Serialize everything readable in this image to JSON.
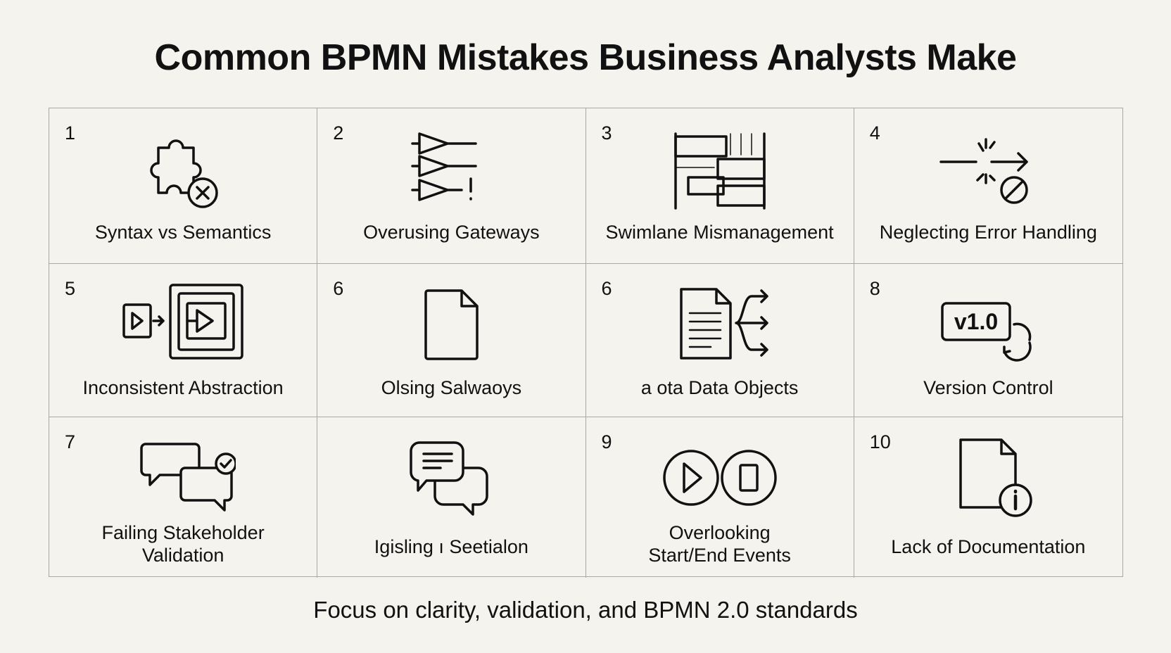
{
  "title": "Common BPMN Mistakes Business Analysts Make",
  "cells": [
    {
      "number": "1",
      "icon": "puzzle-piece-x-icon",
      "label": "Syntax vs Semantics"
    },
    {
      "number": "2",
      "icon": "gateway-branches-icon",
      "label": "Overusing Gateways"
    },
    {
      "number": "3",
      "icon": "swimlane-grid-icon",
      "label": "Swimlane Mismanagement"
    },
    {
      "number": "4",
      "icon": "broken-arrow-error-icon",
      "label": "Neglecting Error Handling"
    },
    {
      "number": "5",
      "icon": "nested-subprocess-icon",
      "label": "Inconsistent Abstraction"
    },
    {
      "number": "6",
      "icon": "blank-document-icon",
      "label": "Olsing Salwaoys"
    },
    {
      "number": "6",
      "icon": "data-object-arrows-icon",
      "label": "a   ota Data Objects"
    },
    {
      "number": "8",
      "icon": "version-refresh-icon",
      "label": "Version Control",
      "badge": "v1.0"
    },
    {
      "number": "7",
      "icon": "chat-check-icon",
      "label_lines": [
        "Failing Stakeholder",
        "Validation"
      ]
    },
    {
      "number": "",
      "icon": "chat-bubbles-icon",
      "label": "Igisling ı Seetialon"
    },
    {
      "number": "9",
      "icon": "start-end-events-icon",
      "label_lines": [
        "Overlooking",
        "Start/End Events"
      ]
    },
    {
      "number": "10",
      "icon": "document-info-icon",
      "label": "Lack of Documentation"
    }
  ],
  "footer": "Focus on clarity, validation, and BPMN 2.0 standards"
}
